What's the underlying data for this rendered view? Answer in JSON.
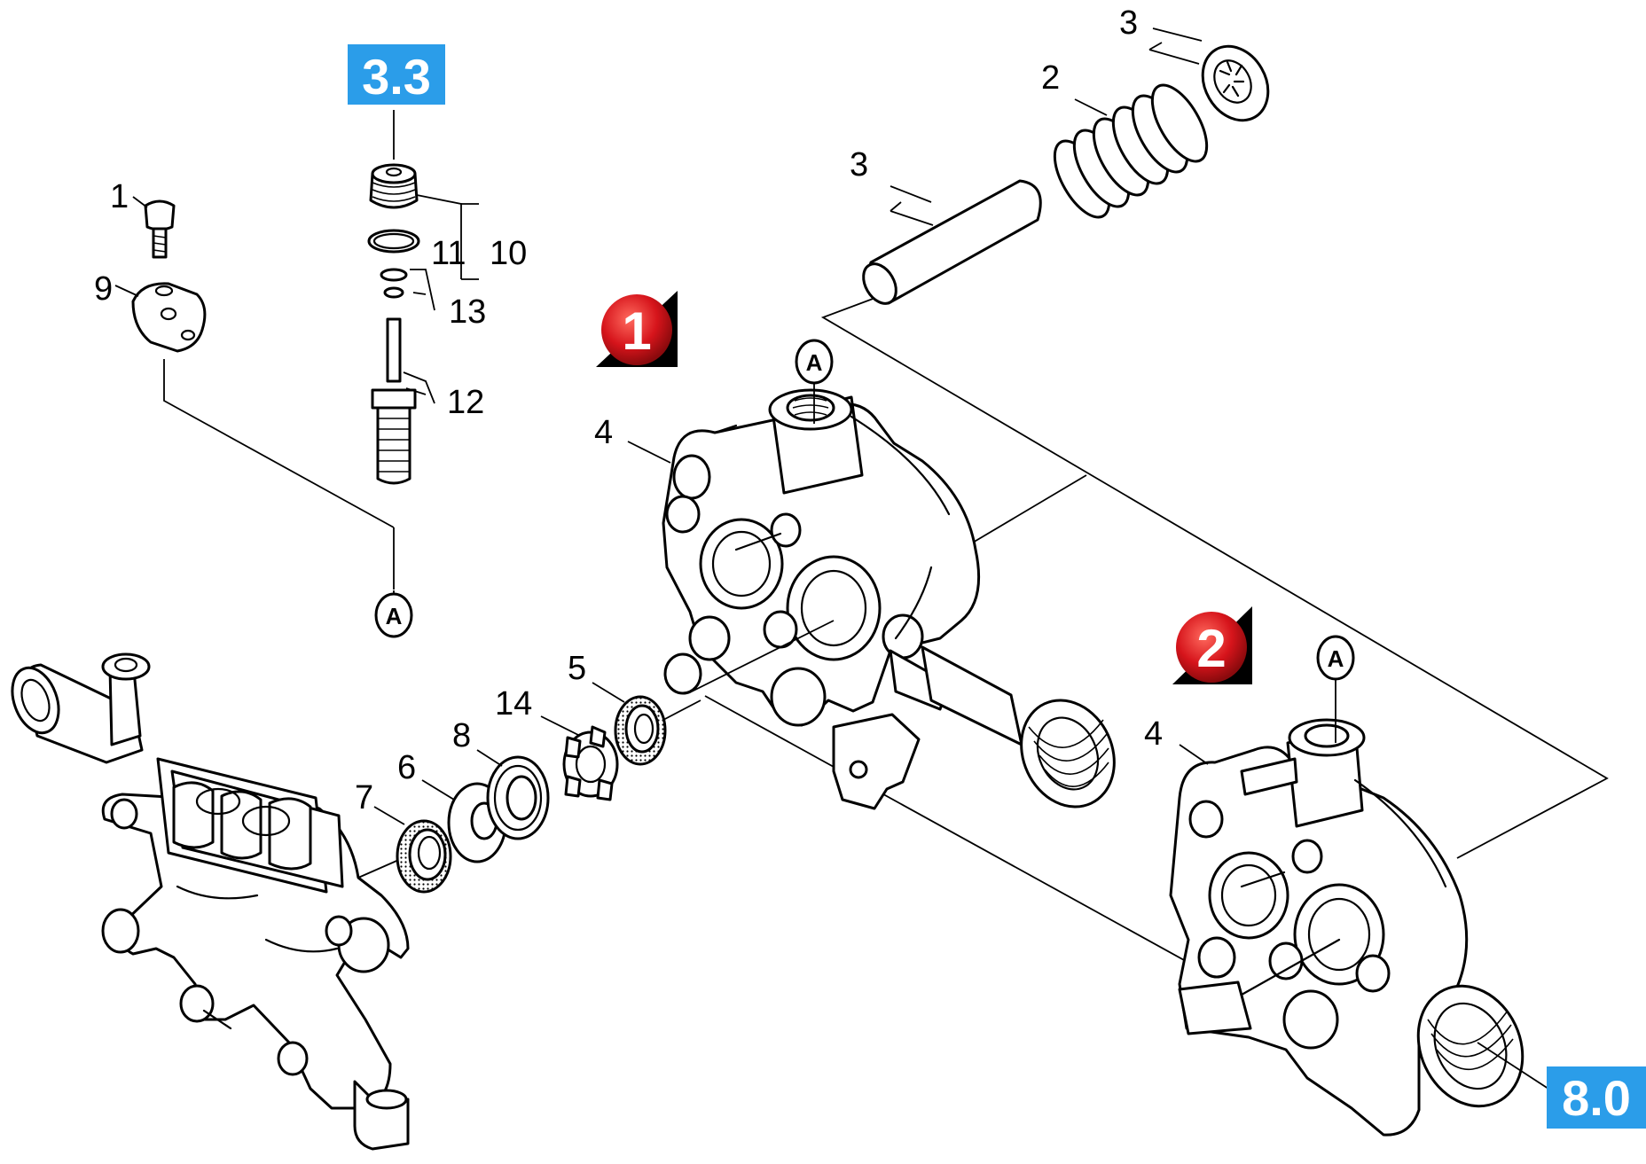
{
  "figure": {
    "reference_badges": {
      "top": "3.3",
      "bottom_right": "8.0"
    },
    "section_markers": {
      "first": "1",
      "second": "2"
    },
    "reference_point": "A",
    "callouts": {
      "screw": "1",
      "spring": "2",
      "spring_cap": "3",
      "rod": "3",
      "pump_head_upper": "4",
      "pump_head_lower": "4",
      "seal_5": "5",
      "seal_6": "6",
      "seal_7": "7",
      "washer_8": "8",
      "plate_9": "9",
      "valve_assembly": "10",
      "o_ring": "11",
      "valve_stem": "12",
      "small_rings": "13",
      "cage_14": "14"
    },
    "colors": {
      "badge": "#2b9de9",
      "marker": "#d6141b"
    }
  }
}
